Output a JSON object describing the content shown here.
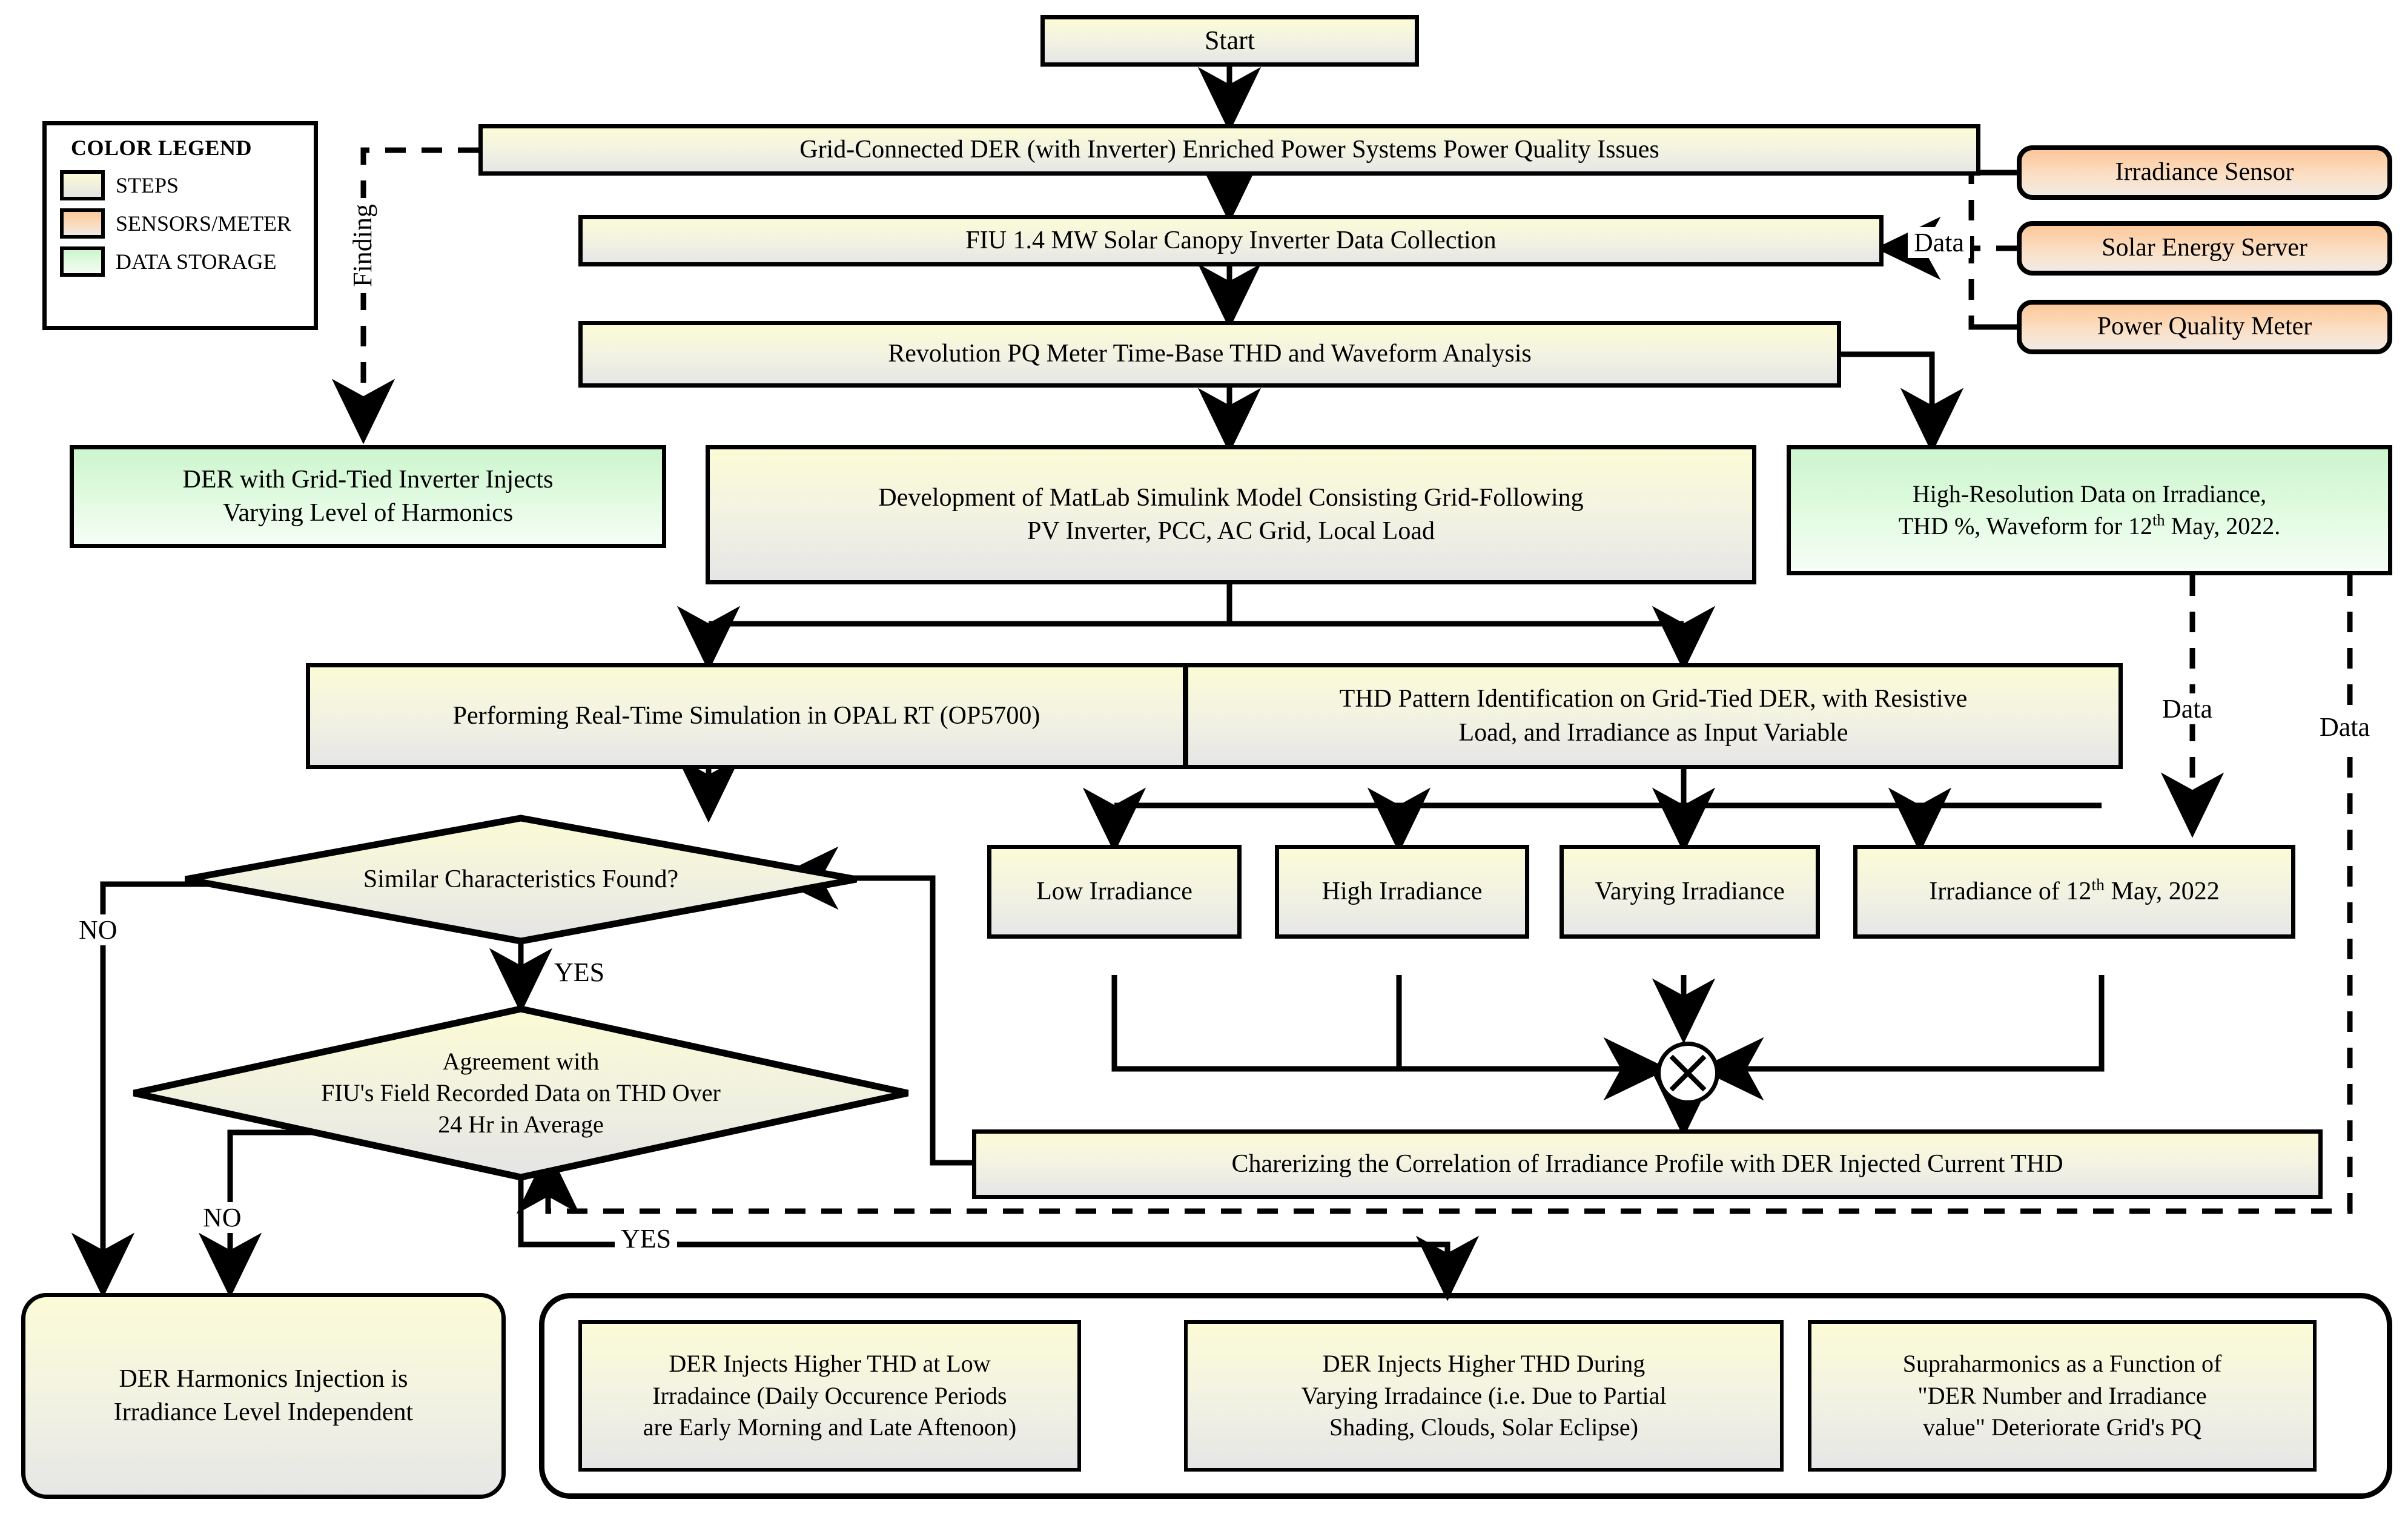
{
  "legend": {
    "title": "COLOR LEGEND",
    "items": [
      {
        "label": "STEPS",
        "color": "#fbfbd6"
      },
      {
        "label": "SENSORS/METER",
        "color": "#fcc79a"
      },
      {
        "label": "DATA STORAGE",
        "color": "#ccf5cd"
      }
    ]
  },
  "nodes": {
    "start": {
      "label": "Start"
    },
    "problem": {
      "label": "Grid-Connected DER (with Inverter) Enriched Power Systems  Power Quality Issues"
    },
    "collection": {
      "label": "FIU 1.4 MW Solar Canopy Inverter Data Collection"
    },
    "pqmeter": {
      "label": "Revolution PQ Meter Time-Base THD and Waveform Analysis"
    },
    "finding_box": {
      "line1": "DER with Grid-Tied Inverter Injects",
      "line2": "Varying  Level of Harmonics"
    },
    "simulink": {
      "line1": "Development of MatLab Simulink Model Consisting Grid-Following",
      "line2": "PV Inverter, PCC, AC Grid, Local Load"
    },
    "highres": {
      "line1": "High-Resolution Data on Irradiance,",
      "line2_a": "THD %, Waveform for 12",
      "line2_sup": "th",
      "line2_b": " May, 2022."
    },
    "opalrt": {
      "label": "Performing Real-Time Simulation in OPAL RT (OP5700)"
    },
    "thdpattern": {
      "line1": "THD Pattern Identification on Grid-Tied DER, with Resistive",
      "line2": "Load, and Irradiance as Input Variable"
    },
    "similar": {
      "label": "Similar Characteristics Found?"
    },
    "agreement": {
      "line1": "Agreement with",
      "line2": "FIU's Field Recorded Data on THD Over",
      "line3": "24 Hr in Average"
    },
    "low_irr": {
      "label": "Low Irradiance"
    },
    "high_irr": {
      "label": "High Irradiance"
    },
    "vary_irr": {
      "label": "Varying Irradiance"
    },
    "may_irr": {
      "label_a": "Irradiance of 12",
      "label_sup": "th",
      "label_b": " May, 2022"
    },
    "correlation": {
      "label": "Charerizing the Correlation of Irradiance Profile with DER Injected Current THD"
    },
    "independent": {
      "line1": "DER Harmonics Injection is",
      "line2": "Irradiance Level Independent"
    },
    "result_low": {
      "line1": "DER Injects Higher THD at Low",
      "line2": "Irradaince (Daily Occurence Periods",
      "line3": "are Early Morning and Late Aftenoon)"
    },
    "result_vary": {
      "line1": "DER Injects Higher THD During",
      "line2": "Varying Irradaince (i.e. Due to Partial",
      "line3": "Shading, Clouds, Solar Eclipse)"
    },
    "result_supra": {
      "line1": "Supraharmonics as a Function of",
      "line2": "\"DER Number and Irradiance",
      "line3": "value\" Deteriorate Grid's PQ"
    }
  },
  "sensors": [
    {
      "label": "Irradiance Sensor"
    },
    {
      "label": "Solar Energy Server"
    },
    {
      "label": "Power Quality Meter"
    }
  ],
  "edge_labels": {
    "finding": "Finding",
    "data_sensors": "Data",
    "data_right_inner": "Data",
    "data_right_outer": "Data",
    "no_similar": "NO",
    "yes_similar": "YES",
    "no_agreement": "NO",
    "yes_agreement": "YES"
  },
  "symbols": {
    "xor": "xor-gate-symbol"
  }
}
